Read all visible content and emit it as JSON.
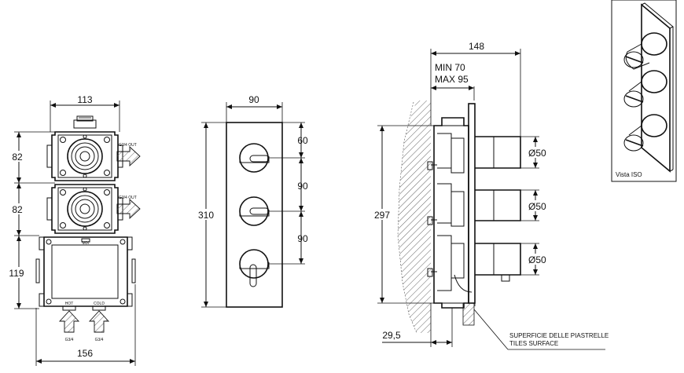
{
  "left_view": {
    "dims": {
      "width_top": "113",
      "width_bottom": "156",
      "h1": "82",
      "h2": "82",
      "h3": "119"
    },
    "outlet_label": "G3/4 OUT",
    "mixer_label": "MIX",
    "hot_label": "HOT",
    "cold_label": "COLD",
    "inlet_label": "G3/4"
  },
  "front_view": {
    "dims": {
      "width": "90",
      "height": "310",
      "top_offset": "60",
      "pitch1": "90",
      "pitch2": "90"
    }
  },
  "side_view": {
    "dims": {
      "overall": "148",
      "min_depth": "MIN 70",
      "max_depth": "MAX 95",
      "height": "297",
      "bottom_offset": "29,5"
    },
    "diameters": [
      "Ø50",
      "Ø50",
      "Ø50"
    ],
    "surface_label_it": "SUPERFICIE DELLE PIASTRELLE",
    "surface_label_en": "TILES SURFACE"
  },
  "iso_view": {
    "caption": "Vista ISO"
  }
}
